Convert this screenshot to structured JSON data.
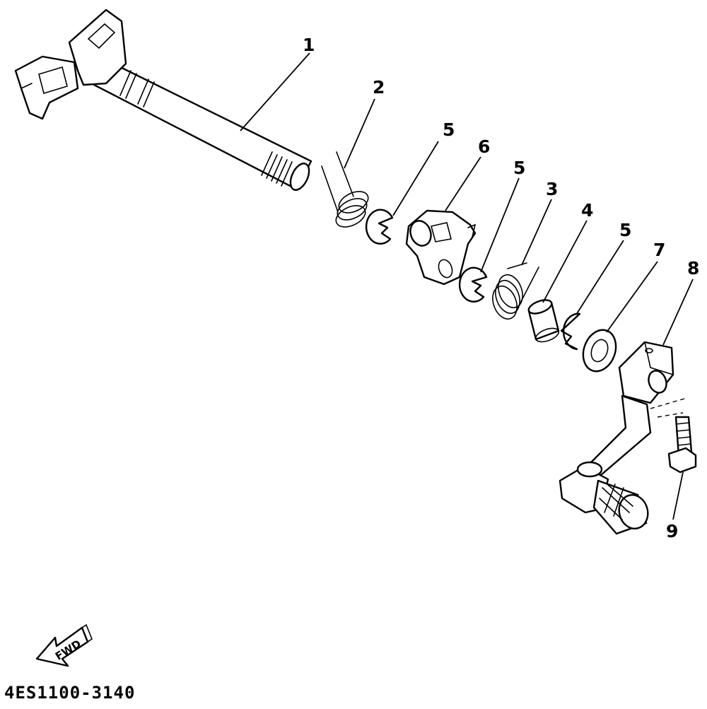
{
  "diagram": {
    "drawing_code": "4ES1100-3140",
    "fwd_label": "FWD",
    "callouts": {
      "c1": "1",
      "c2": "2",
      "c3": "3",
      "c4": "4",
      "c5a": "5",
      "c5b": "5",
      "c5c": "5",
      "c6": "6",
      "c7": "7",
      "c8": "8",
      "c9": "9"
    }
  }
}
